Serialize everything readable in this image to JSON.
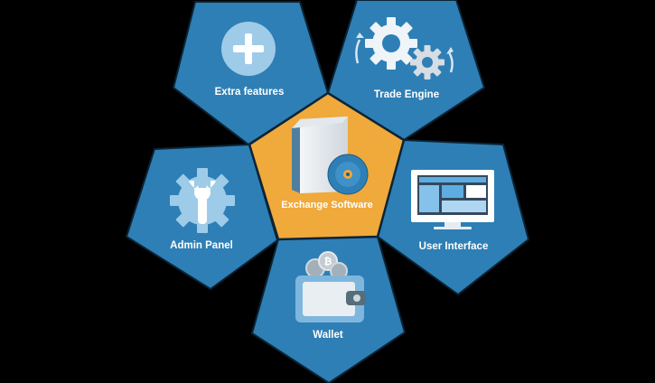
{
  "diagram": {
    "center": {
      "label": "Exchange Software",
      "color": "#f0a93b"
    },
    "petals": [
      {
        "key": "extra",
        "label": "Extra features",
        "icon": "plus-icon"
      },
      {
        "key": "engine",
        "label": "Trade Engine",
        "icon": "gears-icon"
      },
      {
        "key": "ui",
        "label": "User Interface",
        "icon": "monitor-icon"
      },
      {
        "key": "wallet",
        "label": "Wallet",
        "icon": "wallet-icon"
      },
      {
        "key": "admin",
        "label": "Admin Panel",
        "icon": "wrench-gear-icon"
      }
    ],
    "colors": {
      "petal": "#2e7fb5",
      "outline": "#0b2436",
      "background": "#000000"
    }
  }
}
